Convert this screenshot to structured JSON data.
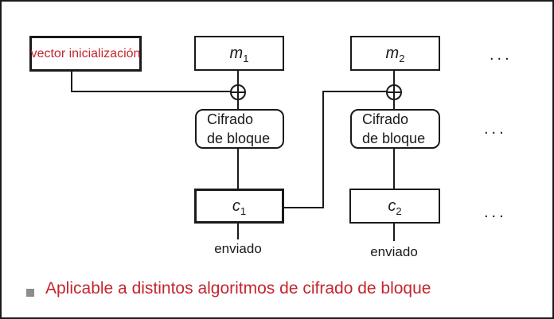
{
  "slide": {
    "bullet_text": "Aplicable a distintos algoritmos de cifrado de bloque"
  },
  "diagram": {
    "vector_init_label": "vector inicialización",
    "xor_symbol": "⊕",
    "ellipsis": "...",
    "columns": [
      {
        "message_base": "m",
        "message_sub": "1",
        "cipher_line1": "Cifrado",
        "cipher_line2": "de bloque",
        "ciphertext_base": "c",
        "ciphertext_sub": "1",
        "sent_label": "enviado"
      },
      {
        "message_base": "m",
        "message_sub": "2",
        "cipher_line1": "Cifrado",
        "cipher_line2": "de bloque",
        "ciphertext_base": "c",
        "ciphertext_sub": "2",
        "sent_label": "enviado"
      }
    ]
  },
  "colors": {
    "accent_red": "#C4262E",
    "bullet_gray": "#8C8C8C",
    "line_black": "#1a1a1a",
    "background": "#ffffff"
  }
}
